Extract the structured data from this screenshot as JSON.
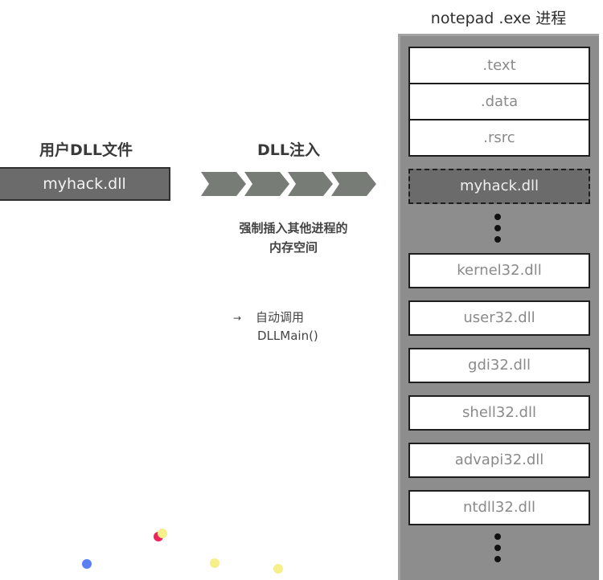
{
  "source": {
    "title": "用户DLL文件",
    "file": "myhack.dll"
  },
  "injection": {
    "title": "DLL注入",
    "arrow_count": 4,
    "desc_line1": "强制插入其他进程的",
    "desc_line2": "内存空间",
    "call_arrow": "→",
    "call_line1": "自动调用",
    "call_line2": "DLLMain()"
  },
  "process": {
    "title": "notepad .exe 进程",
    "sections": [
      ".text",
      ".data",
      ".rsrc"
    ],
    "injected_module": "myhack.dll",
    "modules": [
      "kernel32.dll",
      "user32.dll",
      "gdi32.dll",
      "shell32.dll",
      "advapi32.dll",
      "ntdll32.dll"
    ]
  },
  "colors": {
    "process_bg": "#8d8d8d",
    "dll_box": "#6b6b6b",
    "chevron": "#777c77",
    "dot_blue": "#5b7ff5",
    "dot_red": "#f0245f",
    "dot_yellow": "#f7ef8a"
  }
}
